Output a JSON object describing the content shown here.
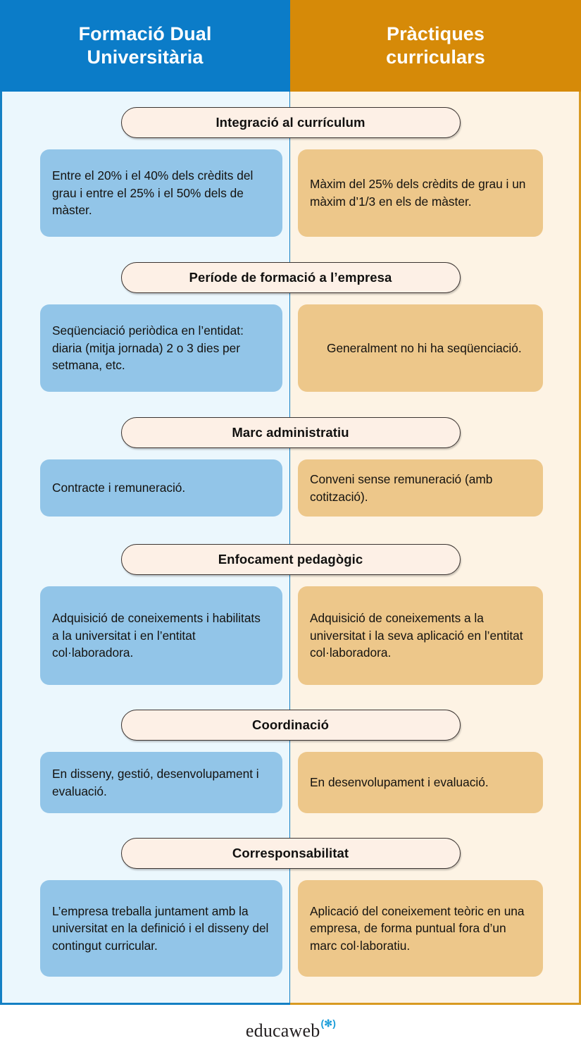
{
  "header": {
    "left_title": "Formació Dual\nUniversitària",
    "right_title": "Pràctiques\ncurriculars",
    "left_color": "#0B7CC8",
    "right_color": "#D68A08"
  },
  "colors": {
    "left_panel_bg": "#EBF7FD",
    "right_panel_bg": "#FDF3E4",
    "left_box": "#92C5E8",
    "right_box": "#EDC78A",
    "pill_bg": "#FDF0E6",
    "left_border": "#1480C4",
    "right_border": "#D89A22",
    "logo_mark": "#1B9DD9"
  },
  "rows": [
    {
      "heading": "Integració  al currículum",
      "left": "Entre el 20% i el 40% dels crèdits del grau i entre el 25% i el 50% dels de màster.",
      "right": "Màxim del 25% dels crèdits de grau i un màxim d’1/3 en els de màster."
    },
    {
      "heading": "Període de formació a l’empresa",
      "left": "Seqüenciació periòdica en l’entidat: diaria (mitja jornada) 2 o 3 dies per setmana, etc.",
      "right": "Generalment no hi ha seqüenciació."
    },
    {
      "heading": "Marc administratiu",
      "left": "Contracte i remuneració.",
      "right": "Conveni sense remuneració (amb cotització)."
    },
    {
      "heading": "Enfocament pedagògic",
      "left": "Adquisició de coneixements i habilitats a la universitat i en l’entitat col·laboradora.",
      "right": "Adquisició de coneixements a la universitat i la seva aplicació en l’entitat col·laboradora."
    },
    {
      "heading": "Coordinació",
      "left": "En disseny, gestió, desenvolupament i evaluació.",
      "right": "En desenvolupament i evaluació."
    },
    {
      "heading": "Corresponsabilitat",
      "left": "L’empresa treballa juntament amb la universitat en la definició i el disseny del contingut curricular.",
      "right": "Aplicació del coneixement teòric en una empresa, de forma puntual fora d’un marc col·laboratiu."
    }
  ],
  "footer": {
    "logo_text": "educaweb",
    "logo_mark": "(✻)"
  }
}
